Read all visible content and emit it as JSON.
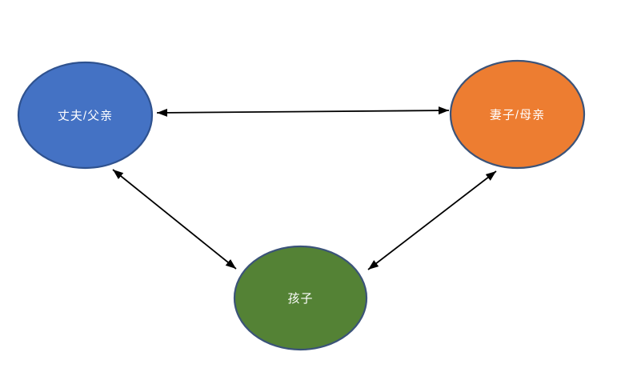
{
  "diagram": {
    "kind": "family-relationship-triangle",
    "background_color": "#ffffff",
    "arrow_color": "#000000",
    "nodes": [
      {
        "id": "husband-father",
        "label": "丈夫/父亲",
        "fill": "#4472C4",
        "stroke": "#2F528F",
        "text_color": "#FFFFFF"
      },
      {
        "id": "wife-mother",
        "label": "妻子/母亲",
        "fill": "#ED7D31",
        "stroke": "#3B5379",
        "text_color": "#FFFFFF"
      },
      {
        "id": "child",
        "label": "孩子",
        "fill": "#548235",
        "stroke": "#3B5379",
        "text_color": "#FFFFFF"
      }
    ],
    "edges": [
      {
        "from": "husband-father",
        "to": "wife-mother",
        "direction": "bidirectional"
      },
      {
        "from": "husband-father",
        "to": "child",
        "direction": "bidirectional"
      },
      {
        "from": "wife-mother",
        "to": "child",
        "direction": "bidirectional"
      }
    ]
  }
}
